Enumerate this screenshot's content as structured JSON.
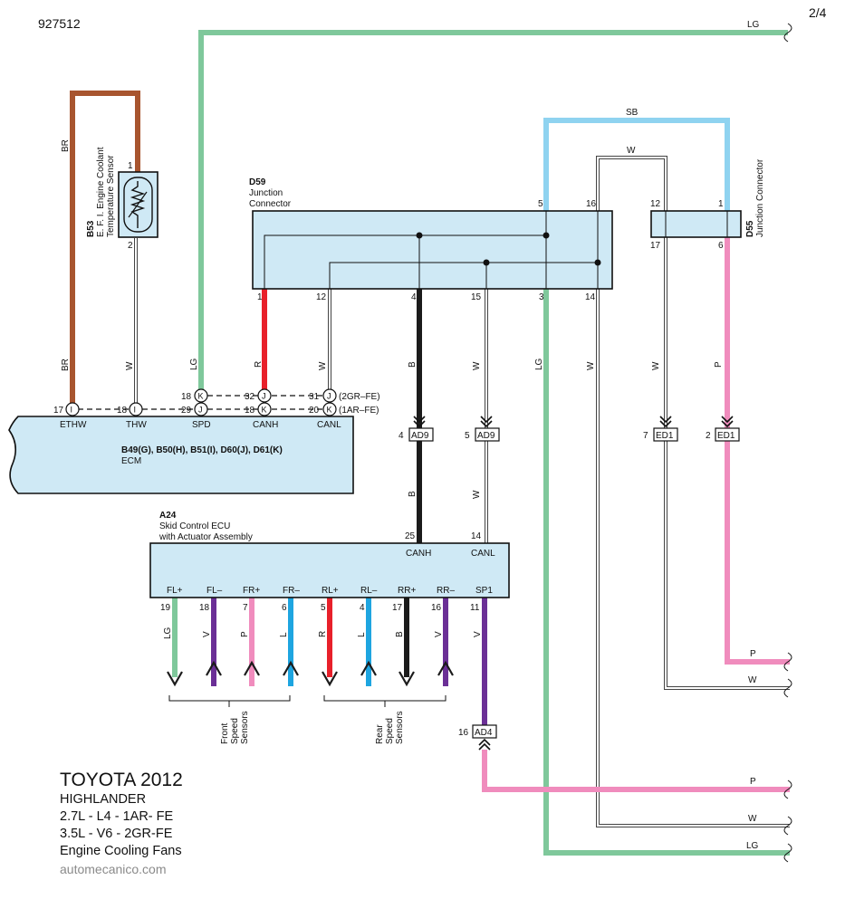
{
  "doc_number": "927512",
  "page_number": "2/4",
  "footer": {
    "brand": "TOYOTA 2012",
    "model": "HIGHLANDER",
    "engine_1": "2.7L - L4 - 1AR- FE",
    "engine_2": "3.5L - V6 - 2GR-FE",
    "system": "Engine Cooling Fans",
    "site": "automecanico.com"
  },
  "colors": {
    "BR": "#a8552f",
    "LG": "#7fc89b",
    "SB": "#8fd3f0",
    "R": "#e8202a",
    "B": "#1b1b1b",
    "W": "#ffffff",
    "P": "#f08cbd",
    "V": "#6b2f96",
    "L": "#1ea5e0",
    "box": "#cfe9f5"
  },
  "sensor": {
    "code": "B53",
    "name_1": "E. F. I. Engine Coolant",
    "name_2": "Temperature Sensor",
    "pin_top": "1",
    "pin_bottom": "2"
  },
  "junction_d59": {
    "code": "D59",
    "name_1": "Junction",
    "name_2": "Connector",
    "top_pins": [
      "5",
      "16"
    ],
    "bottom_pins": [
      "1",
      "12",
      "4",
      "15",
      "3",
      "14"
    ]
  },
  "junction_d55": {
    "code": "D55",
    "name": "Junction Connector",
    "top_pins": [
      "12",
      "1"
    ],
    "bottom_pins": [
      "17",
      "6"
    ]
  },
  "ecm": {
    "connectors_label": "B49(G), B50(H), B51(I), D60(J), D61(K)",
    "name": "ECM",
    "terminals": [
      "ETHW",
      "THW",
      "SPD",
      "CANH",
      "CANL"
    ],
    "pins": [
      {
        "num": "17",
        "letter": "I"
      },
      {
        "num": "18",
        "letter": "I"
      },
      {
        "num": "18",
        "letter": "K"
      },
      {
        "num": "29",
        "letter": "J"
      },
      {
        "num": "32",
        "letter": "J"
      },
      {
        "num": "18",
        "letter": "K"
      },
      {
        "num": "31",
        "letter": "J"
      },
      {
        "num": "20",
        "letter": "K"
      }
    ],
    "variant_2gr": "(2GR–FE)",
    "variant_1ar": "(1AR–FE)"
  },
  "inline_connectors": [
    {
      "pin": "4",
      "label": "AD9"
    },
    {
      "pin": "5",
      "label": "AD9"
    },
    {
      "pin": "7",
      "label": "ED1"
    },
    {
      "pin": "2",
      "label": "ED1"
    },
    {
      "pin": "16",
      "label": "AD4"
    }
  ],
  "skid_ecu": {
    "code": "A24",
    "name_1": "Skid Control ECU",
    "name_2": "with Actuator Assembly",
    "top_terminals": [
      {
        "name": "CANH",
        "pin": "25"
      },
      {
        "name": "CANL",
        "pin": "14"
      }
    ],
    "bottom_terminals": [
      {
        "name": "FL+",
        "pin": "19",
        "wire": "LG"
      },
      {
        "name": "FL–",
        "pin": "18",
        "wire": "V"
      },
      {
        "name": "FR+",
        "pin": "7",
        "wire": "P"
      },
      {
        "name": "FR–",
        "pin": "6",
        "wire": "L"
      },
      {
        "name": "RL+",
        "pin": "5",
        "wire": "R"
      },
      {
        "name": "RL–",
        "pin": "4",
        "wire": "L"
      },
      {
        "name": "RR+",
        "pin": "17",
        "wire": "B"
      },
      {
        "name": "RR–",
        "pin": "16",
        "wire": "V"
      },
      {
        "name": "SP1",
        "pin": "11",
        "wire": "V"
      }
    ]
  },
  "sensor_groups": [
    {
      "line_1": "Front",
      "line_2": "Speed",
      "line_3": "Sensors"
    },
    {
      "line_1": "Rear",
      "line_2": "Speed",
      "line_3": "Sensors"
    }
  ],
  "wire_labels": {
    "br": "BR",
    "w": "W",
    "lg": "LG",
    "r": "R",
    "b": "B",
    "sb": "SB",
    "p": "P"
  }
}
